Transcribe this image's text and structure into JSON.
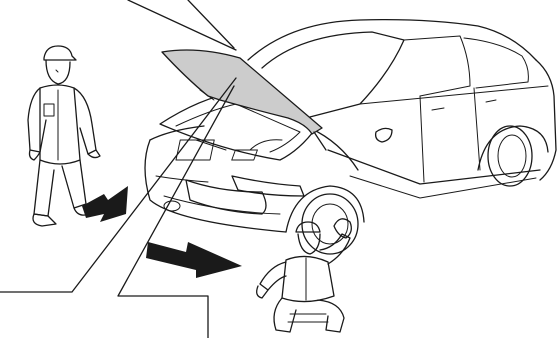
{
  "figure": {
    "type": "illustration",
    "colors": {
      "stroke": "#1a1a1a",
      "hood_fill": "#cccccc",
      "arrow_fill": "#1a1a1a",
      "background": "#ffffff",
      "body_fill": "#ffffff"
    },
    "elements": [
      "car-with-raised-hood",
      "technician-walking",
      "technician-crouching-at-wheel",
      "movement-arrows",
      "callout-leader-lines"
    ]
  }
}
